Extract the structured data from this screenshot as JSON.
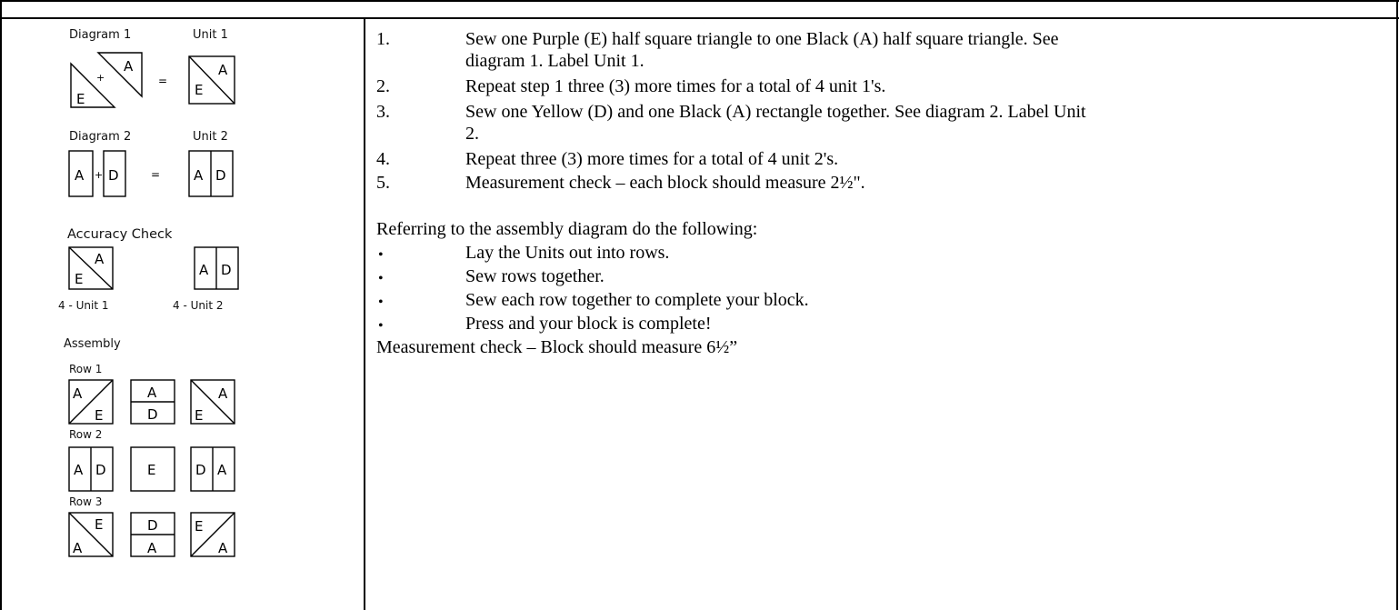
{
  "diagram": {
    "diagram1_title": "Diagram 1",
    "unit1_title": "Unit 1",
    "diagram2_title": "Diagram 2",
    "unit2_title": "Unit 2",
    "accuracy_title": "Accuracy Check",
    "unit1_count": "4 - Unit 1",
    "unit2_count": "4 - Unit 2",
    "assembly_title": "Assembly",
    "row1": "Row 1",
    "row2": "Row 2",
    "row3": "Row 3",
    "plus": "+",
    "equals": "=",
    "letters": {
      "A": "A",
      "D": "D",
      "E": "E"
    }
  },
  "steps": [
    {
      "num": "1.",
      "lines": [
        "Sew one Purple (E) half square triangle to one Black (A) half square triangle. See",
        "diagram 1. Label Unit 1."
      ]
    },
    {
      "num": "2.",
      "lines": [
        "Repeat step 1 three (3) more times for a total of 4 unit 1's."
      ]
    },
    {
      "num": "3.",
      "lines": [
        "Sew one Yellow (D) and one Black (A) rectangle together. See diagram 2. Label Unit",
        "2."
      ]
    },
    {
      "num": "4.",
      "lines": [
        "Repeat three (3) more times for a total of 4 unit 2's."
      ]
    },
    {
      "num": "5.",
      "lines": [
        "Measurement check – each block should measure 2½\"."
      ]
    }
  ],
  "assembly_intro": "Referring to the assembly diagram do the following:",
  "bullet_char": "•",
  "bullets": [
    "Lay the Units out into rows.",
    "Sew rows together.",
    "Sew each row together to complete your block.",
    "Press and your block is complete!"
  ],
  "final_check": "Measurement check – Block should measure 6½”"
}
